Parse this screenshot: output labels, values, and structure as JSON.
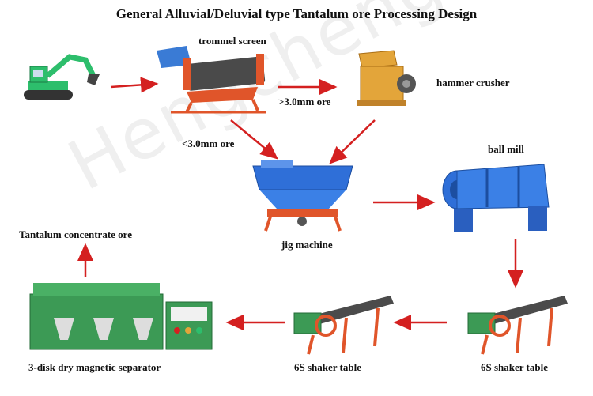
{
  "title": "General Alluvial/Deluvial type Tantalum ore Processing Design",
  "watermark": "Hengcheng",
  "labels": {
    "trommel": "trommel screen",
    "gt3": ">3.0mm ore",
    "hammer": "hammer crusher",
    "lt3": "<3.0mm ore",
    "ballmill": "ball mill",
    "jig": "jig machine",
    "concentrate": "Tantalum concentrate ore",
    "separator": "3-disk dry magnetic separator",
    "shaker1": "6S shaker table",
    "shaker2": "6S shaker table"
  },
  "colors": {
    "arrow": "#d42020",
    "excavator": "#2dbe6c",
    "trommel_frame": "#e0552a",
    "trommel_drum": "#4a4a4a",
    "crusher": "#e3a53a",
    "jig_tank": "#2f6fd8",
    "jig_frame": "#e0552a",
    "ballmill": "#2f6fd8",
    "separator": "#3c9a55",
    "shaker_deck": "#4b4b4b",
    "shaker_frame": "#e0552a",
    "shaker_motor": "#3c9a55"
  }
}
